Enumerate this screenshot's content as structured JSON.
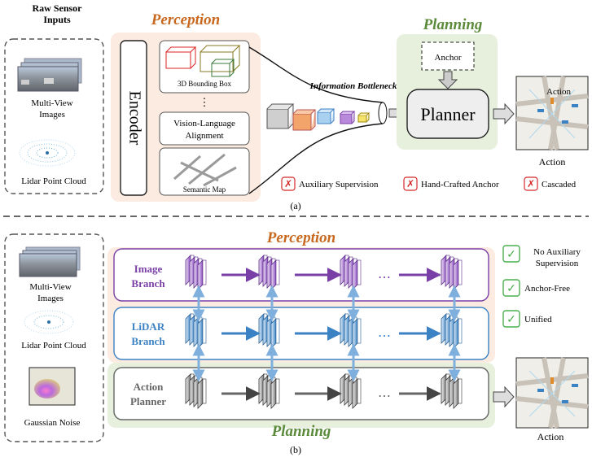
{
  "part_a": {
    "inputs_title": "Raw Sensor Inputs",
    "inputs_title_lines": [
      "Raw Sensor",
      "Inputs"
    ],
    "multiview_label_lines": [
      "Multi-View",
      "Images"
    ],
    "lidar_label": "Lidar Point Cloud",
    "perception_title": "Perception",
    "encoder_label": "Encoder",
    "bbox_label": "3D Bounding Box",
    "ellipsis": "⋮",
    "vla_label_lines": [
      "Vision-Language",
      "Alignment"
    ],
    "semantic_map_label": "Semantic Map",
    "bottleneck_label": "Information Bottleneck",
    "planning_title": "Planning",
    "anchor_label": "Anchor",
    "planner_label": "Planner",
    "action_label": "Action",
    "drawbacks": [
      {
        "mark": "✗",
        "text": "Auxiliary Supervision"
      },
      {
        "mark": "✗",
        "text": "Hand-Crafted Anchor"
      },
      {
        "mark": "✗",
        "text": "Cascaded"
      }
    ],
    "caption": "(a)"
  },
  "part_b": {
    "multiview_label_lines": [
      "Multi-View",
      "Images"
    ],
    "lidar_label": "Lidar Point Cloud",
    "noise_label": "Gaussian Noise",
    "perception_title": "Perception",
    "image_branch_lines": [
      "Image",
      "Branch"
    ],
    "lidar_branch_lines": [
      "LiDAR",
      "Branch"
    ],
    "action_planner_lines": [
      "Action",
      "Planner"
    ],
    "dots": "⋯",
    "planning_title": "Planning",
    "action_label": "Action",
    "advantages": [
      {
        "mark": "✓",
        "lines": [
          "No Auxiliary",
          "Supervision"
        ]
      },
      {
        "mark": "✓",
        "lines": [
          "Anchor-Free"
        ]
      },
      {
        "mark": "✓",
        "lines": [
          "Unified"
        ]
      }
    ],
    "caption": "(b)"
  },
  "colors": {
    "perception_title": "#c8681f",
    "planning_title": "#5a8a3a",
    "perception_bg": "#fcebe0",
    "planning_bg": "#e6f0dc",
    "image_branch": "#7a3fa6",
    "lidar_branch": "#3b82c4",
    "action_planner": "#666666",
    "cross_mark": "#d62728",
    "check_mark": "#4caf50"
  }
}
